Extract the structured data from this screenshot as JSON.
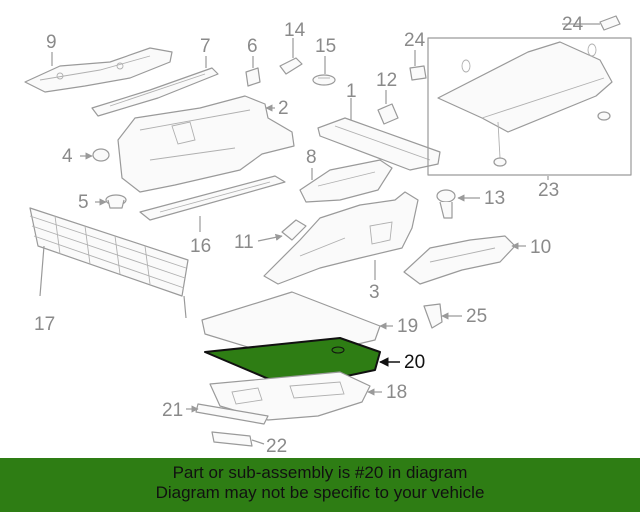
{
  "callouts": {
    "c1": "1",
    "c2": "2",
    "c3": "3",
    "c4": "4",
    "c5": "5",
    "c6": "6",
    "c7": "7",
    "c8": "8",
    "c9": "9",
    "c10": "10",
    "c11": "11",
    "c12": "12",
    "c13": "13",
    "c14": "14",
    "c15": "15",
    "c16": "16",
    "c17": "17",
    "c18": "18",
    "c19": "19",
    "c20": "20",
    "c21": "21",
    "c22": "22",
    "c23": "23",
    "c24a": "24",
    "c24b": "24",
    "c25": "25"
  },
  "highlighted_part": "20",
  "colors": {
    "highlight": "#2e7d14",
    "banner": "#2e7d14",
    "line": "#9a9a9a"
  },
  "banner": {
    "line1": "Part or sub-assembly is #20 in diagram",
    "line2": "Diagram may not be specific to your vehicle"
  }
}
